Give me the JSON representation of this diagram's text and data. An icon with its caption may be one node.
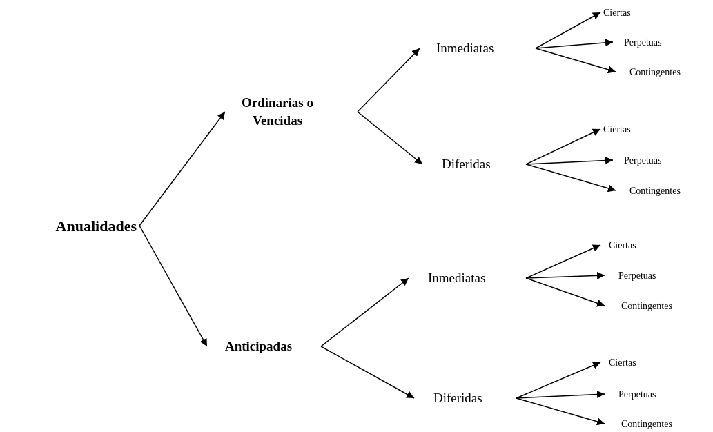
{
  "diagram": {
    "nodes": [
      {
        "text": [
          "Anualidades"
        ]
      },
      {
        "text": [
          "Ordinarias o Vencidas"
        ]
      },
      {
        "text": [
          "Inmediatas"
        ]
      },
      {
        "text": [
          "Ciertas"
        ]
      },
      {
        "text": [
          "Perpetuas"
        ]
      },
      {
        "text": [
          "Contingentes"
        ]
      },
      {
        "text": [
          "Diferidas"
        ]
      },
      {
        "text": [
          "Ciertas"
        ]
      },
      {
        "text": [
          "Perpetuas"
        ]
      },
      {
        "text": [
          "Contingentes"
        ]
      },
      {
        "text": [
          "Anticipadas"
        ]
      },
      {
        "text": [
          "Inmediatas"
        ]
      },
      {
        "text": [
          "Ciertas"
        ]
      },
      {
        "text": [
          "Perpetuas"
        ]
      },
      {
        "text": [
          "Contingentes"
        ]
      },
      {
        "text": [
          "Diferidas"
        ]
      },
      {
        "text": [
          "Ciertas"
        ]
      },
      {
        "text": [
          "Perpetuas"
        ]
      },
      {
        "text": [
          "Contingentes"
        ]
      }
    ],
    "edges": [
      {
        "from": 0,
        "to": 1,
        "arrow": "to"
      },
      {
        "from": 0,
        "to": 10,
        "arrow": "to"
      },
      {
        "from": 1,
        "to": 2,
        "arrow": "to"
      },
      {
        "from": 1,
        "to": 6,
        "arrow": "to"
      },
      {
        "from": 2,
        "to": 3,
        "arrow": "to"
      },
      {
        "from": 2,
        "to": 4,
        "arrow": "to"
      },
      {
        "from": 2,
        "to": 5,
        "arrow": "to"
      },
      {
        "from": 6,
        "to": 7,
        "arrow": "to"
      },
      {
        "from": 6,
        "to": 8,
        "arrow": "to"
      },
      {
        "from": 6,
        "to": 9,
        "arrow": "to"
      },
      {
        "from": 10,
        "to": 11,
        "arrow": "to"
      },
      {
        "from": 10,
        "to": 15,
        "arrow": "to"
      },
      {
        "from": 11,
        "to": 12,
        "arrow": "to"
      },
      {
        "from": 11,
        "to": 13,
        "arrow": "to"
      },
      {
        "from": 11,
        "to": 14,
        "arrow": "to"
      },
      {
        "from": 15,
        "to": 16,
        "arrow": "to"
      },
      {
        "from": 15,
        "to": 17,
        "arrow": "to"
      },
      {
        "from": 15,
        "to": 18,
        "arrow": "to"
      }
    ]
  }
}
